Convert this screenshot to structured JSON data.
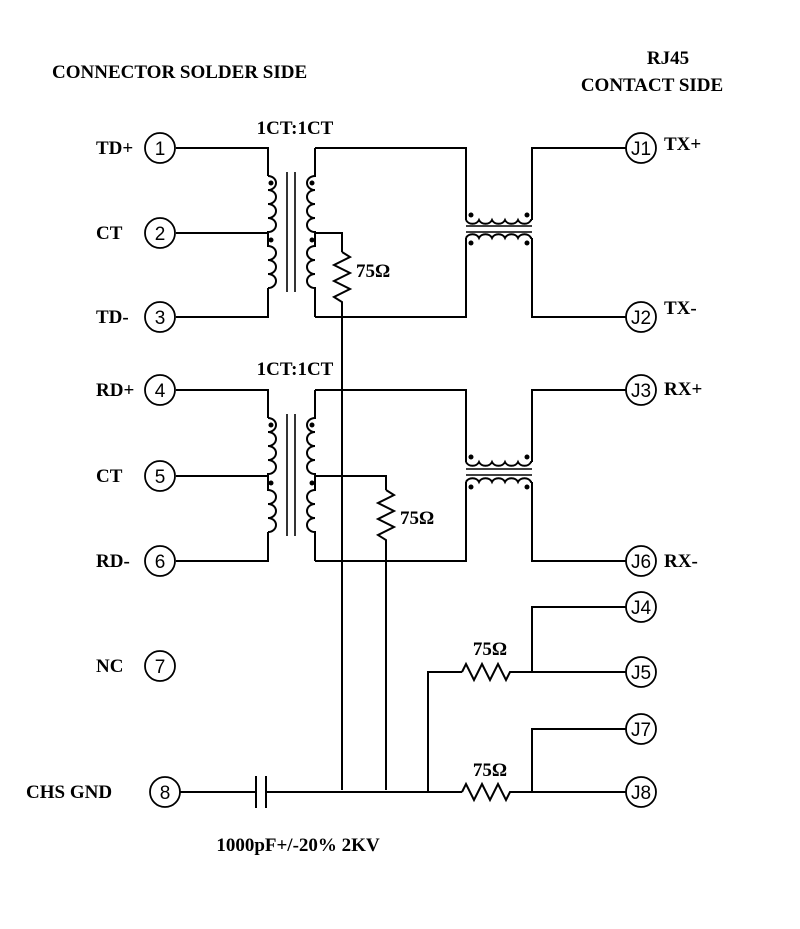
{
  "headings": {
    "left": "CONNECTOR SOLDER SIDE",
    "right_line1": "RJ45",
    "right_line2": "CONTACT SIDE"
  },
  "transformers": {
    "top_ratio": "1CT:1CT",
    "bottom_ratio": "1CT:1CT"
  },
  "connector_pins": [
    {
      "num": "1",
      "label": "TD+"
    },
    {
      "num": "2",
      "label": "CT"
    },
    {
      "num": "3",
      "label": "TD-"
    },
    {
      "num": "4",
      "label": "RD+"
    },
    {
      "num": "5",
      "label": "CT"
    },
    {
      "num": "6",
      "label": "RD-"
    },
    {
      "num": "7",
      "label": "NC"
    },
    {
      "num": "8",
      "label": "CHS GND"
    }
  ],
  "rj45_pins": [
    {
      "num": "J1",
      "label": "TX+"
    },
    {
      "num": "J2",
      "label": "TX-"
    },
    {
      "num": "J3",
      "label": "RX+"
    },
    {
      "num": "J4",
      "label": ""
    },
    {
      "num": "J5",
      "label": ""
    },
    {
      "num": "J6",
      "label": "RX-"
    },
    {
      "num": "J7",
      "label": ""
    },
    {
      "num": "J8",
      "label": ""
    }
  ],
  "resistors": {
    "r1": "75Ω",
    "r2": "75Ω",
    "r3": "75Ω",
    "r4": "75Ω"
  },
  "capacitor": {
    "label": "1000pF+/-20% 2KV"
  }
}
